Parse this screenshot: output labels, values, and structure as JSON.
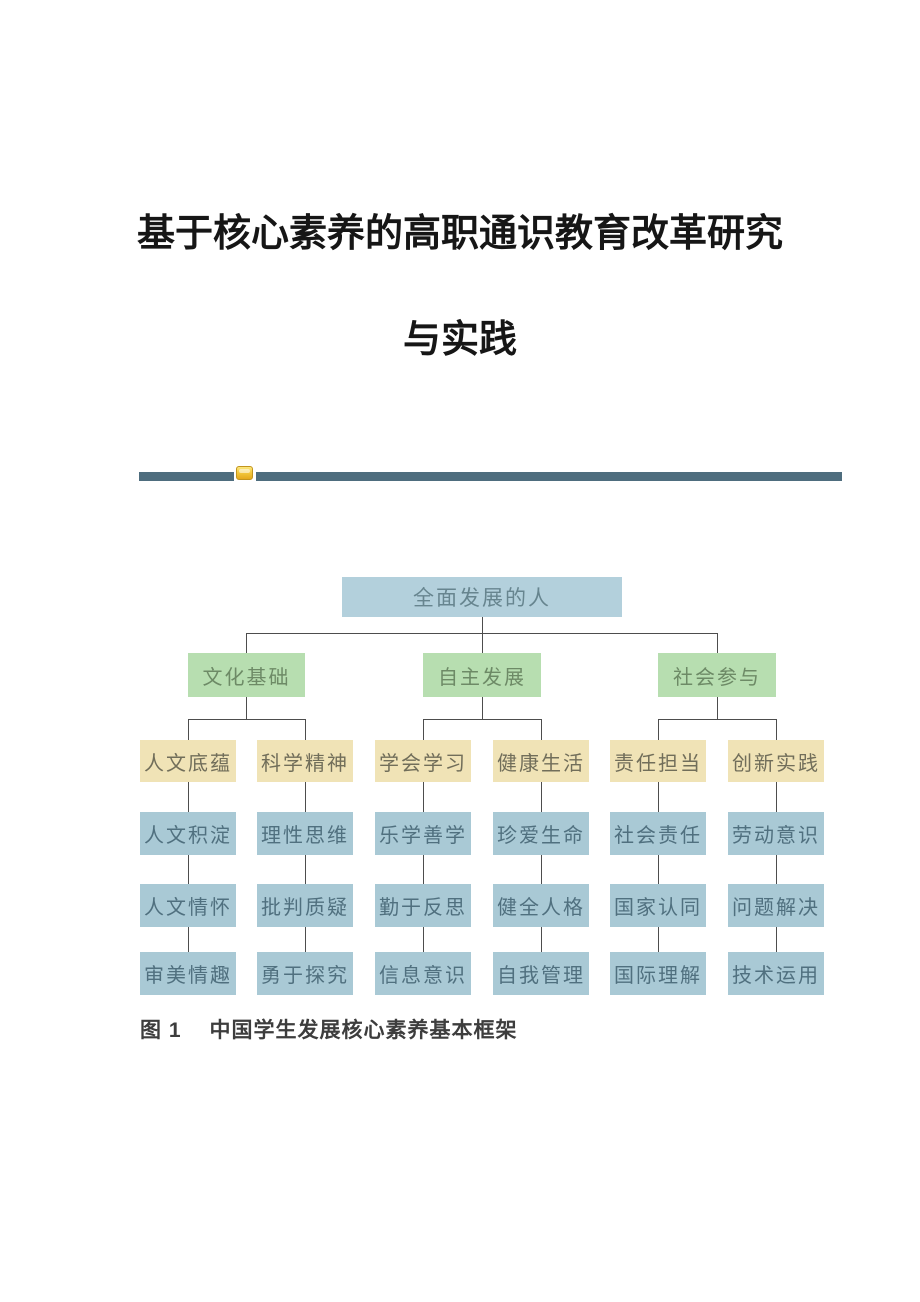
{
  "document": {
    "title_line1": "基于核心素养的高职通识教育改革研究",
    "title_line2": "与实践"
  },
  "divider": {
    "icon": "gold-badge-icon",
    "bar_color": "#4e6d7e",
    "icon_color": "#f3c93f"
  },
  "figure": {
    "root": "全面发展的人",
    "groups": [
      {
        "branch": "文化基础",
        "columns": [
          {
            "head": "人文底蕴",
            "items": [
              "人文积淀",
              "人文情怀",
              "审美情趣"
            ]
          },
          {
            "head": "科学精神",
            "items": [
              "理性思维",
              "批判质疑",
              "勇于探究"
            ]
          }
        ]
      },
      {
        "branch": "自主发展",
        "columns": [
          {
            "head": "学会学习",
            "items": [
              "乐学善学",
              "勤于反思",
              "信息意识"
            ]
          },
          {
            "head": "健康生活",
            "items": [
              "珍爱生命",
              "健全人格",
              "自我管理"
            ]
          }
        ]
      },
      {
        "branch": "社会参与",
        "columns": [
          {
            "head": "责任担当",
            "items": [
              "社会责任",
              "国家认同",
              "国际理解"
            ]
          },
          {
            "head": "创新实践",
            "items": [
              "劳动意识",
              "问题解决",
              "技术运用"
            ]
          }
        ]
      }
    ],
    "caption_label": "图 1",
    "caption_text": "中国学生发展核心素养基本框架",
    "colors": {
      "root_fill": "#b3d0dc",
      "branch_fill": "#b7deb0",
      "head_fill": "#f0e3b6",
      "item_fill": "#a9c9d5",
      "line": "#4d4d4d"
    }
  }
}
